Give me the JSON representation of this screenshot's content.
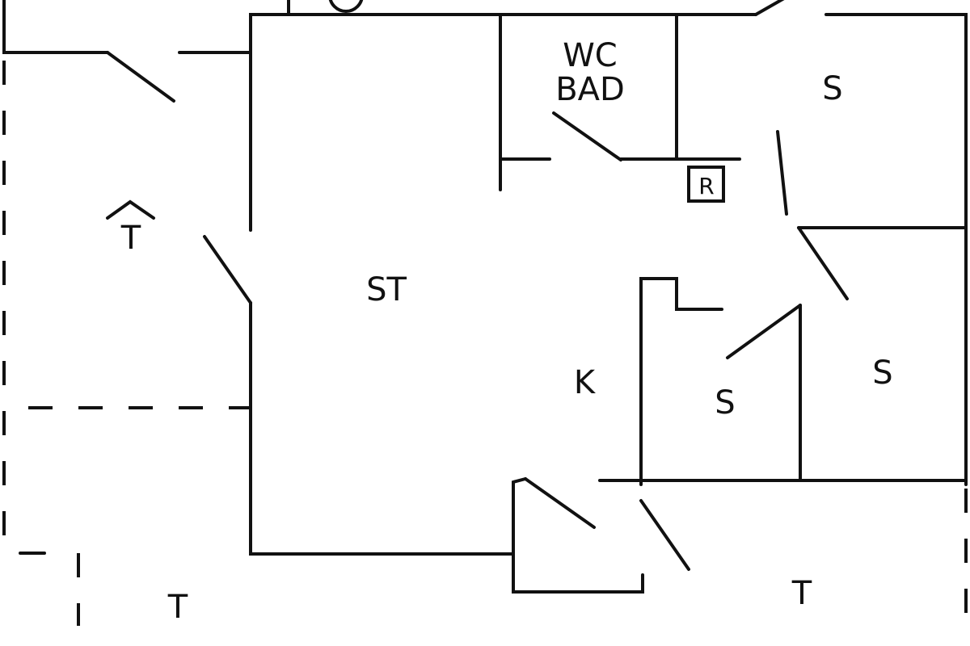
{
  "labels": {
    "terrace_upper": "T",
    "living": "ST",
    "wc": "WC",
    "bath": "BAD",
    "room_r": "R",
    "bedroom_top": "S",
    "kitchen": "K",
    "bedroom_mid": "S",
    "bedroom_right": "S",
    "terrace_left": "T",
    "terrace_right": "T"
  },
  "colors": {
    "line": "#111111",
    "background": "#ffffff"
  }
}
